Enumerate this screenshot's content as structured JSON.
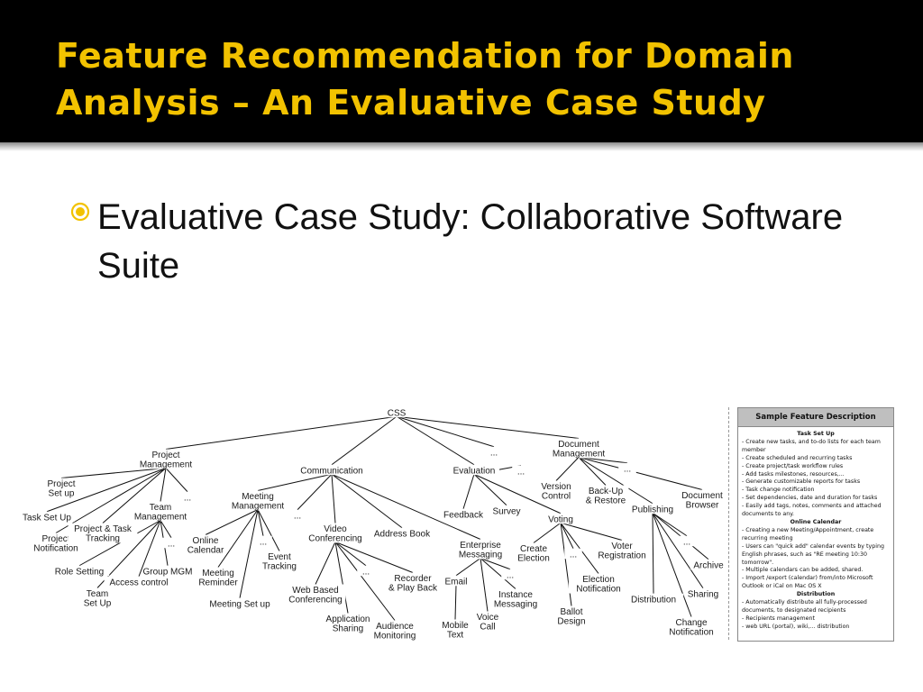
{
  "slide": {
    "title_line1": "Feature Recommendation for Domain",
    "title_line2": "Analysis – An Evaluative Case Study",
    "bullet": "Evaluative Case Study: Collaborative Software Suite",
    "colors": {
      "title": "#f2c200",
      "title_bar": "#000000",
      "bullet": "#f2c200"
    },
    "bullet_icon": "radio-bullet-icon"
  },
  "diagram": {
    "nodes": [
      {
        "id": "css",
        "lines": [
          "CSS"
        ]
      },
      {
        "id": "pm",
        "lines": [
          "Project",
          "Management"
        ]
      },
      {
        "id": "comm",
        "lines": [
          "Communication"
        ]
      },
      {
        "id": "eval",
        "lines": [
          "Evaluation"
        ]
      },
      {
        "id": "doc",
        "lines": [
          "Document",
          "Management"
        ]
      },
      {
        "id": "more_root",
        "lines": [
          "..."
        ]
      },
      {
        "id": "proj_setup",
        "lines": [
          "Project",
          "Set up"
        ]
      },
      {
        "id": "task_setup",
        "lines": [
          "Task Set Up"
        ]
      },
      {
        "id": "proj_notif",
        "lines": [
          "Project",
          "Notification"
        ]
      },
      {
        "id": "proj_task",
        "lines": [
          "Project & Task",
          "Tracking"
        ]
      },
      {
        "id": "team_mgmt",
        "lines": [
          "Team",
          "Management"
        ]
      },
      {
        "id": "more_pm",
        "lines": [
          "..."
        ]
      },
      {
        "id": "role",
        "lines": [
          "Role Setting"
        ]
      },
      {
        "id": "team_setup",
        "lines": [
          "Team",
          "Set Up"
        ]
      },
      {
        "id": "access",
        "lines": [
          "Access control"
        ]
      },
      {
        "id": "group",
        "lines": [
          "Group MGM"
        ]
      },
      {
        "id": "more_team",
        "lines": [
          "..."
        ]
      },
      {
        "id": "meeting_mgmt",
        "lines": [
          "Meeting",
          "Management"
        ]
      },
      {
        "id": "online_cal",
        "lines": [
          "Online",
          "Calendar"
        ]
      },
      {
        "id": "meeting_rem",
        "lines": [
          "Meeting",
          "Reminder"
        ]
      },
      {
        "id": "meeting_setup",
        "lines": [
          "Meeting Set up"
        ]
      },
      {
        "id": "event_track",
        "lines": [
          "Event",
          "Tracking"
        ]
      },
      {
        "id": "more_meet",
        "lines": [
          "..."
        ]
      },
      {
        "id": "more_comm",
        "lines": [
          "..."
        ]
      },
      {
        "id": "video",
        "lines": [
          "Video",
          "Conferencing"
        ]
      },
      {
        "id": "address",
        "lines": [
          "Address Book"
        ]
      },
      {
        "id": "web_conf",
        "lines": [
          "Web Based",
          "Conferencing"
        ]
      },
      {
        "id": "app_share",
        "lines": [
          "Application",
          "Sharing"
        ]
      },
      {
        "id": "audience",
        "lines": [
          "Audience",
          "Monitoring"
        ]
      },
      {
        "id": "recorder",
        "lines": [
          "Recorder",
          "& Play Back"
        ]
      },
      {
        "id": "more_video",
        "lines": [
          "..."
        ]
      },
      {
        "id": "enterprise",
        "lines": [
          "Enterprise",
          "Messaging"
        ]
      },
      {
        "id": "email",
        "lines": [
          "Email"
        ]
      },
      {
        "id": "mobile",
        "lines": [
          "Mobile",
          "Text"
        ]
      },
      {
        "id": "voice",
        "lines": [
          "Voice",
          "Call"
        ]
      },
      {
        "id": "instant",
        "lines": [
          "Instance",
          "Messaging"
        ]
      },
      {
        "id": "more_msg",
        "lines": [
          "..."
        ]
      },
      {
        "id": "feedback",
        "lines": [
          "Feedback"
        ]
      },
      {
        "id": "survey",
        "lines": [
          "Survey"
        ]
      },
      {
        "id": "voting",
        "lines": [
          "Voting"
        ]
      },
      {
        "id": "more_eval",
        "lines": [
          "..."
        ]
      },
      {
        "id": "create_elec",
        "lines": [
          "Create",
          "Election"
        ]
      },
      {
        "id": "ballot",
        "lines": [
          "Ballot",
          "Design"
        ]
      },
      {
        "id": "elec_notif",
        "lines": [
          "Election",
          "Notification"
        ]
      },
      {
        "id": "voter_reg",
        "lines": [
          "Voter",
          "Registration"
        ]
      },
      {
        "id": "more_vote",
        "lines": [
          "..."
        ]
      },
      {
        "id": "version",
        "lines": [
          "Version",
          "Control"
        ]
      },
      {
        "id": "backup",
        "lines": [
          "Back-Up",
          "& Restore"
        ]
      },
      {
        "id": "publishing",
        "lines": [
          "Publishing"
        ]
      },
      {
        "id": "doc_browser",
        "lines": [
          "Document",
          "Browser"
        ]
      },
      {
        "id": "more_doc",
        "lines": [
          "..."
        ]
      },
      {
        "id": "distribution",
        "lines": [
          "Distribution"
        ]
      },
      {
        "id": "change_notif",
        "lines": [
          "Change",
          "Notification"
        ]
      },
      {
        "id": "sharing",
        "lines": [
          "Sharing"
        ]
      },
      {
        "id": "archive",
        "lines": [
          "Archive"
        ]
      },
      {
        "id": "more_pub",
        "lines": [
          "..."
        ]
      }
    ],
    "edges": [
      [
        "css",
        "pm"
      ],
      [
        "css",
        "comm"
      ],
      [
        "css",
        "eval"
      ],
      [
        "css",
        "doc"
      ],
      [
        "css",
        "more_root"
      ],
      [
        "pm",
        "proj_setup"
      ],
      [
        "pm",
        "task_setup"
      ],
      [
        "pm",
        "proj_notif"
      ],
      [
        "pm",
        "proj_task"
      ],
      [
        "pm",
        "team_mgmt"
      ],
      [
        "pm",
        "more_pm"
      ],
      [
        "team_mgmt",
        "role"
      ],
      [
        "team_mgmt",
        "team_setup"
      ],
      [
        "team_mgmt",
        "access"
      ],
      [
        "team_mgmt",
        "group"
      ],
      [
        "team_mgmt",
        "more_team"
      ],
      [
        "comm",
        "meeting_mgmt"
      ],
      [
        "comm",
        "more_comm"
      ],
      [
        "comm",
        "video"
      ],
      [
        "comm",
        "address"
      ],
      [
        "comm",
        "enterprise"
      ],
      [
        "meeting_mgmt",
        "online_cal"
      ],
      [
        "meeting_mgmt",
        "meeting_rem"
      ],
      [
        "meeting_mgmt",
        "meeting_setup"
      ],
      [
        "meeting_mgmt",
        "event_track"
      ],
      [
        "meeting_mgmt",
        "more_meet"
      ],
      [
        "video",
        "web_conf"
      ],
      [
        "video",
        "app_share"
      ],
      [
        "video",
        "audience"
      ],
      [
        "video",
        "recorder"
      ],
      [
        "video",
        "more_video"
      ],
      [
        "enterprise",
        "email"
      ],
      [
        "enterprise",
        "voice"
      ],
      [
        "enterprise",
        "instant"
      ],
      [
        "enterprise",
        "more_msg"
      ],
      [
        "email",
        "mobile"
      ],
      [
        "eval",
        "feedback"
      ],
      [
        "eval",
        "survey"
      ],
      [
        "eval",
        "voting"
      ],
      [
        "eval",
        "more_eval"
      ],
      [
        "voting",
        "create_elec"
      ],
      [
        "voting",
        "ballot"
      ],
      [
        "voting",
        "elec_notif"
      ],
      [
        "voting",
        "voter_reg"
      ],
      [
        "voting",
        "more_vote"
      ],
      [
        "doc",
        "version"
      ],
      [
        "doc",
        "backup"
      ],
      [
        "doc",
        "publishing"
      ],
      [
        "doc",
        "doc_browser"
      ],
      [
        "doc",
        "more_doc"
      ],
      [
        "publishing",
        "distribution"
      ],
      [
        "publishing",
        "change_notif"
      ],
      [
        "publishing",
        "sharing"
      ],
      [
        "publishing",
        "archive"
      ],
      [
        "publishing",
        "more_pub"
      ]
    ]
  },
  "feature_panel": {
    "title": "Sample Feature Description",
    "sections": [
      {
        "heading": "Task Set Up",
        "items": [
          "- Create new tasks, and to-do lists for each team member",
          "- Create scheduled and recurring tasks",
          "- Create project/task workflow rules",
          "- Add tasks milestones, resources,...",
          "- Generate customizable reports for tasks",
          "- Task change notification",
          "- Set dependencies, date and duration for tasks",
          "- Easily add tags, notes, comments and attached documents to any."
        ]
      },
      {
        "heading": "Online Calendar",
        "items": [
          "- Creating a new Meeting/Appointment, create recurring meeting",
          "- Users can \"quick add\" calendar events by typing English phrases, such as \"RE meeting 10:30 tomorrow\".",
          "- Multiple calendars can be added, shared.",
          "- Import /export (calendar) from/into Microsoft Outlook or iCal on Mac OS X"
        ]
      },
      {
        "heading": "Distribution",
        "items": [
          "- Automatically distribute all fully-processed documents, to designated recipients",
          "- Recipients management",
          "- web URL (portal), wiki,... distribution"
        ]
      }
    ]
  }
}
